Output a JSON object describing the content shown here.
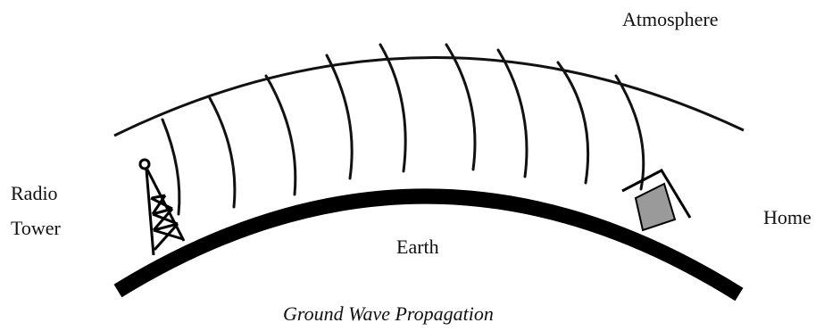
{
  "labels": {
    "atmosphere": "Atmosphere",
    "radio_line1": "Radio",
    "radio_line2": "Tower",
    "home": "Home",
    "earth": "Earth"
  },
  "caption": "Ground Wave Propagation",
  "colors": {
    "ink": "#111111",
    "house_fill": "#9a9a9a",
    "background": "#ffffff"
  },
  "icons": {
    "tower": "radio-tower-icon",
    "house": "house-icon"
  }
}
